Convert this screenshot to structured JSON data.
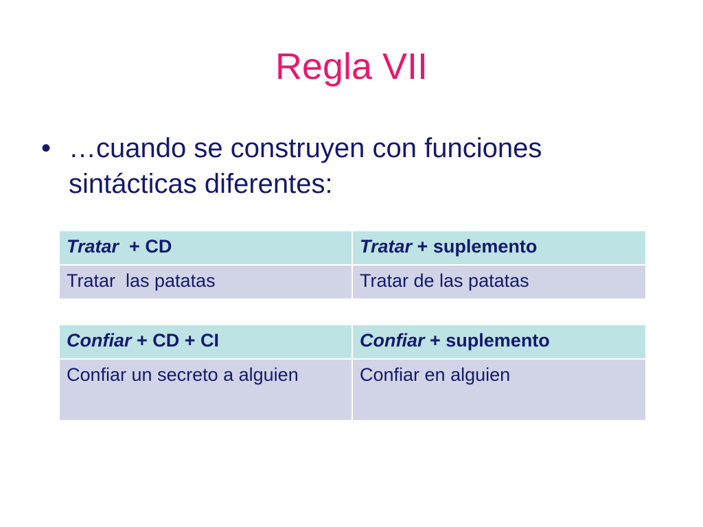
{
  "slide": {
    "title": "Regla VII",
    "bullet_marker": "•",
    "bullet_text": "…cuando se construyen con funciones sintácticas diferentes:"
  },
  "table1": {
    "header": [
      {
        "verb": "Tratar",
        "rest": "  + CD"
      },
      {
        "verb": "Tratar",
        "rest": " + suplemento"
      }
    ],
    "row": [
      "Tratar  las patatas",
      "Tratar de las patatas"
    ]
  },
  "table2": {
    "header": [
      {
        "verb": "Confiar",
        "rest": " + CD + CI"
      },
      {
        "verb": "Confiar",
        "rest": " + suplemento"
      }
    ],
    "row": [
      "Confiar un secreto a alguien",
      "Confiar en alguien"
    ]
  },
  "colors": {
    "title": "#e8186e",
    "text": "#14196b",
    "header_bg": "#bde3e5",
    "row_bg": "#d1d4e6"
  }
}
